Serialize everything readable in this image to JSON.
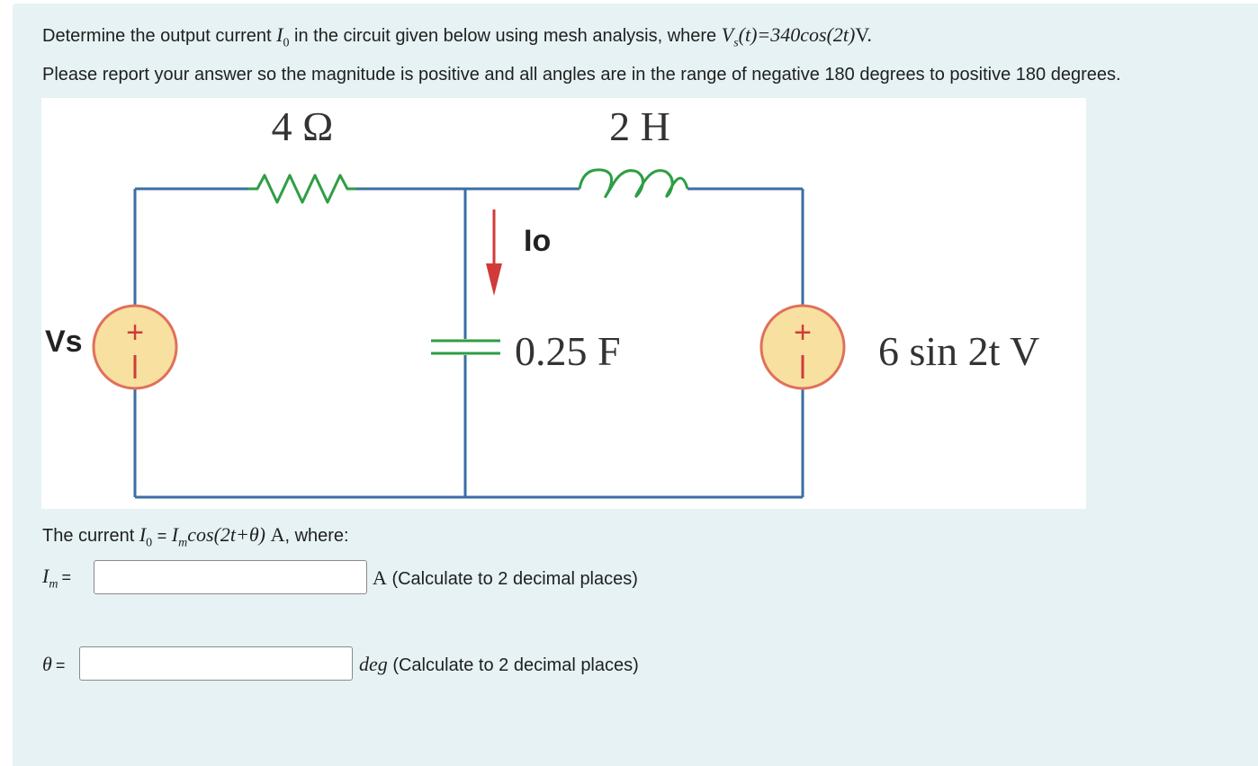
{
  "question": {
    "line1_prefix": "Determine the output current",
    "line1_io": "I",
    "line1_io_sub": "0",
    "line1_mid": "in the circuit given below using mesh analysis, where",
    "line1_vs": "V",
    "line1_vs_sub": "s",
    "line1_vs_expr": "(t)=340cos(2t)",
    "line1_unit": "V.",
    "line2": "Please report your answer so the magnitude is positive and all angles are in the range of negative 180 degrees to positive 180 degrees."
  },
  "circuit": {
    "resistor_label": "4 Ω",
    "inductor_label": "2 H",
    "capacitor_label": "0.25 F",
    "current_label": "Io",
    "source_left_label": "Vs",
    "source_right_label": "6 sin 2t V",
    "plus_sign": "+",
    "minus_sign": "−",
    "colors": {
      "wire": "#3a6ea5",
      "resistor": "#2e9e44",
      "arrow": "#d13a3a",
      "source_fill": "#f7e0a0",
      "source_stroke": "#e0705a"
    }
  },
  "result": {
    "prefix": "The current",
    "io": "I",
    "io_sub": "0",
    "equals": "=",
    "expr_i": "I",
    "expr_sub": "m",
    "expr_rest": "cos(2t+θ)",
    "unit": "A",
    "suffix": ", where:"
  },
  "im_field": {
    "label": "I",
    "label_sub": "m",
    "equals": "=",
    "value": "",
    "unit": "A",
    "hint": "(Calculate to 2 decimal places)"
  },
  "theta_field": {
    "label": "θ",
    "equals": "=",
    "value": "",
    "unit": "deg",
    "hint": "(Calculate to 2 decimal places)"
  }
}
